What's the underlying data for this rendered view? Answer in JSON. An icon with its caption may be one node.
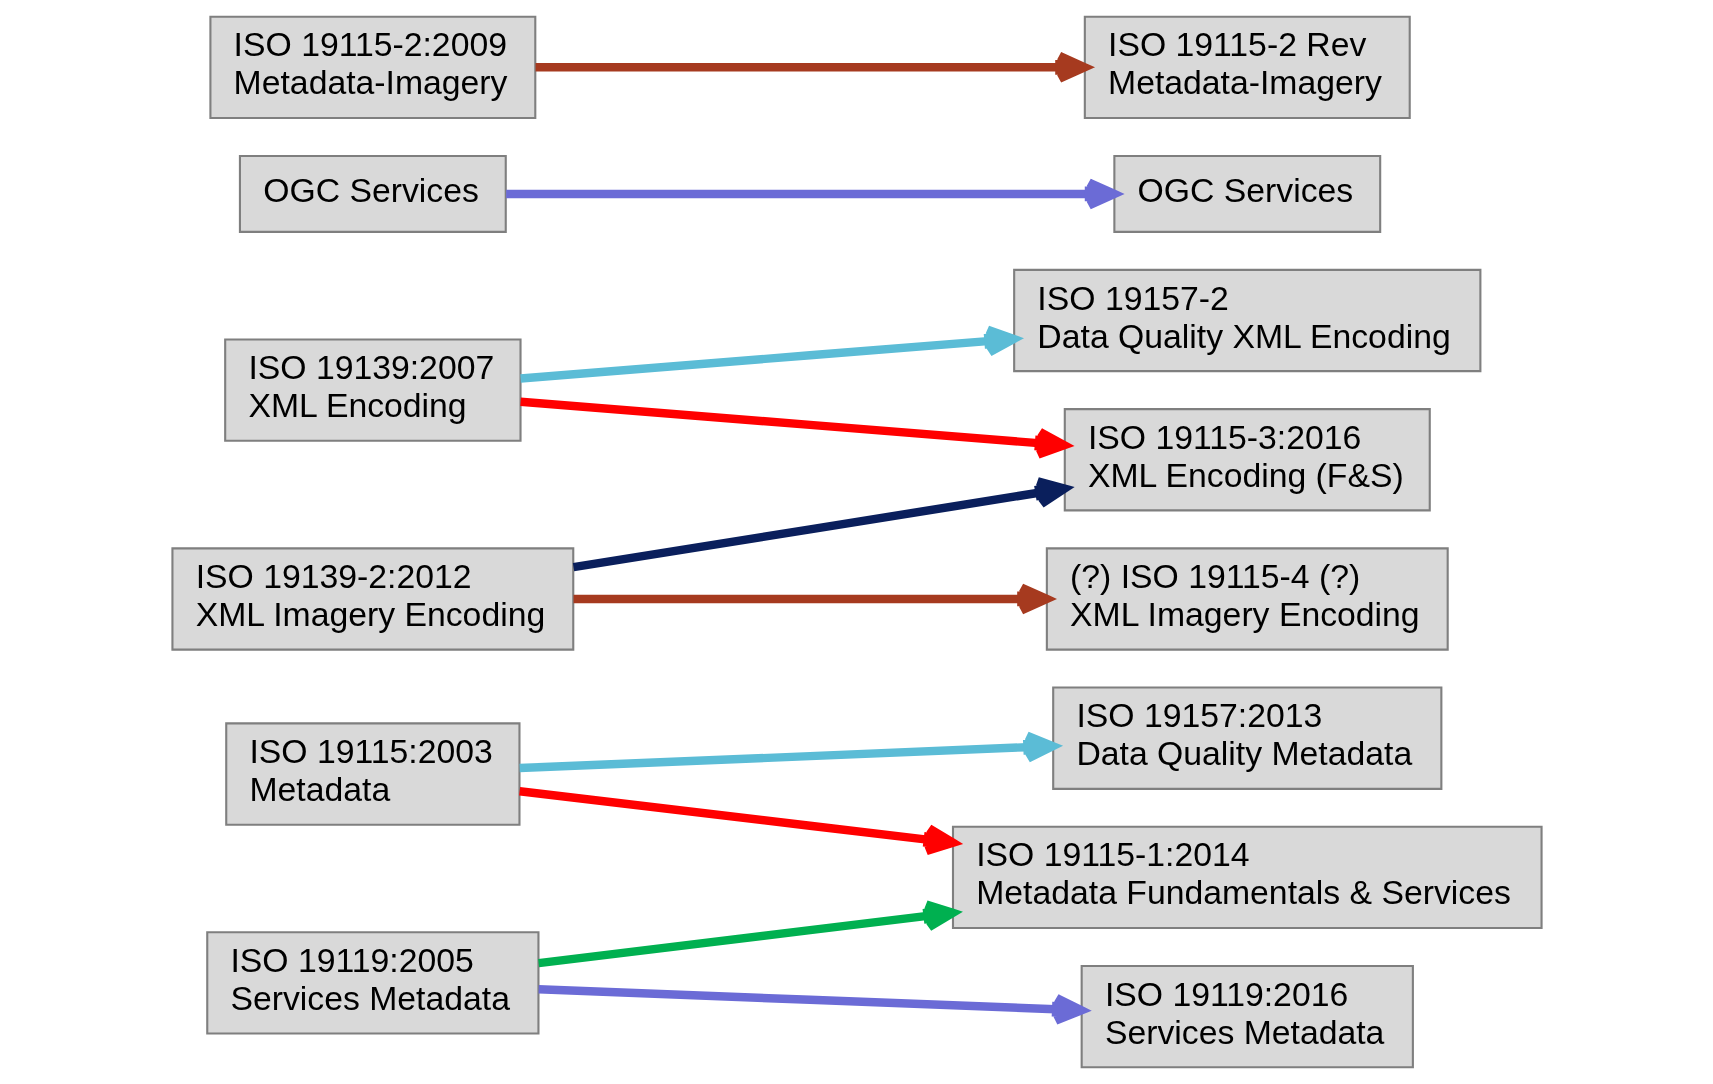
{
  "diagram": {
    "nodes": [
      {
        "text": [
          "ISO 19115:2003",
          "Metadata"
        ]
      },
      {
        "text": [
          "ISO 19139:2007",
          "XML Encoding"
        ]
      },
      {
        "text": [
          "ISO 19119:2005",
          "Services Metadata"
        ]
      },
      {
        "text": [
          "OGC Services"
        ]
      },
      {
        "text": [
          "ISO 19115-2:2009",
          "Metadata-Imagery"
        ]
      },
      {
        "text": [
          "ISO 19139-2:2012",
          "XML Imagery Encoding"
        ]
      },
      {
        "text": [
          "ISO 19115-1:2014",
          "Metadata Fundamentals & Services"
        ]
      },
      {
        "text": [
          "ISO 19115-3:2016",
          "XML Encoding (F&S)"
        ]
      },
      {
        "text": [
          "ISO 19157:2013",
          "Data Quality Metadata"
        ]
      },
      {
        "text": [
          "ISO 19157-2",
          "Data Quality XML Encoding"
        ]
      },
      {
        "text": [
          "ISO 19119:2016",
          "Services Metadata"
        ]
      },
      {
        "text": [
          "OGC Services"
        ]
      },
      {
        "text": [
          "ISO 19115-2 Rev",
          "Metadata-Imagery"
        ]
      },
      {
        "text": [
          "(?) ISO 19115-4 (?)",
          "XML Imagery Encoding"
        ]
      }
    ],
    "edges": [
      {
        "from": 0,
        "to": 6,
        "arrow": "to",
        "color": "#ff0000"
      },
      {
        "from": 0,
        "to": 8,
        "arrow": "to",
        "color": "#5bbcd6"
      },
      {
        "from": 1,
        "to": 7,
        "arrow": "to",
        "color": "#ff0000"
      },
      {
        "from": 1,
        "to": 9,
        "arrow": "to",
        "color": "#5bbcd6"
      },
      {
        "from": 2,
        "to": 6,
        "arrow": "to",
        "color": "#00b050"
      },
      {
        "from": 2,
        "to": 10,
        "arrow": "to",
        "color": "#6b6bd6"
      },
      {
        "from": 3,
        "to": 11,
        "arrow": "to",
        "color": "#6b6bd6"
      },
      {
        "from": 5,
        "to": 7,
        "arrow": "to",
        "color": "#0a1f5c"
      },
      {
        "from": 4,
        "to": 12,
        "arrow": "to",
        "color": "#a63a1f"
      },
      {
        "from": 5,
        "to": 13,
        "arrow": "to",
        "color": "#a63a1f"
      }
    ]
  }
}
